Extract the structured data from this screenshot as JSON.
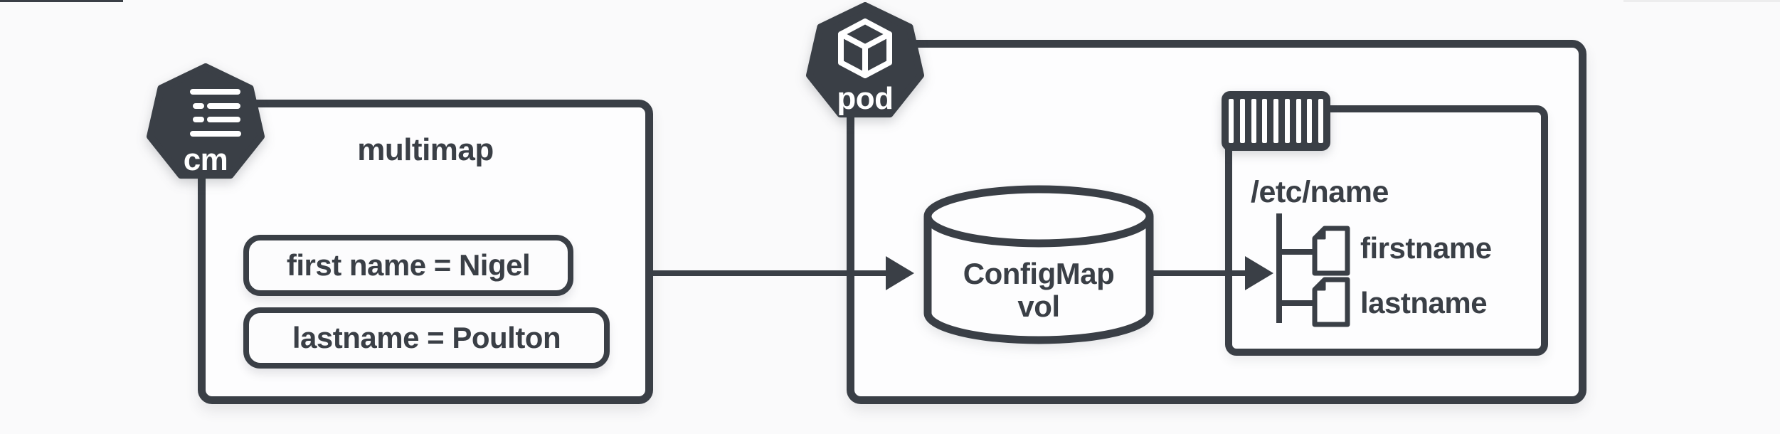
{
  "colors": {
    "ink": "#3a3f46",
    "background": "#fafafb",
    "surface": "#fdfdfe"
  },
  "configmap": {
    "icon": "cm-heptagon-icon",
    "icon_label": "cm",
    "name": "multimap",
    "entries": [
      "first name = Nigel",
      "lastname = Poulton"
    ]
  },
  "pod": {
    "icon": "pod-heptagon-icon",
    "icon_label": "pod",
    "volume": {
      "icon": "volume-cylinder-icon",
      "label_line1": "ConfigMap",
      "label_line2": "vol"
    },
    "container": {
      "icon": "container-barcode-icon",
      "mount_path": "/etc/name",
      "files": [
        "firstname",
        "lastname"
      ]
    }
  }
}
